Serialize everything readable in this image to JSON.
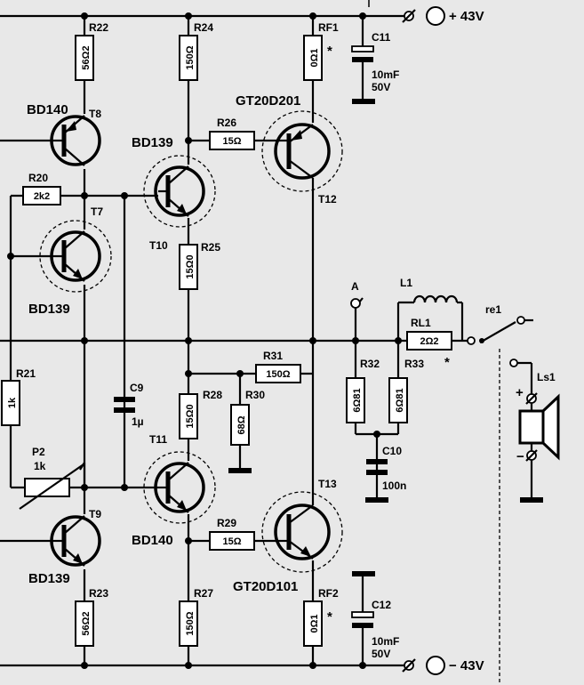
{
  "rails": {
    "pos": "+ 43V",
    "neg": "− 43V"
  },
  "resistors": {
    "R22": {
      "name": "R22",
      "value": "56Ω2"
    },
    "R24": {
      "name": "R24",
      "value": "150Ω"
    },
    "RF1": {
      "name": "RF1",
      "value": "0Ω1"
    },
    "R20": {
      "name": "R20",
      "value": "2k2"
    },
    "R26": {
      "name": "R26",
      "value": "15Ω"
    },
    "R25": {
      "name": "R25",
      "value": "15Ω0"
    },
    "R21": {
      "name": "R21",
      "value": "1k"
    },
    "R31": {
      "name": "R31",
      "value": "150Ω"
    },
    "R28": {
      "name": "R28",
      "value": "15Ω0"
    },
    "R30": {
      "name": "R30",
      "value": "68Ω"
    },
    "R32": {
      "name": "R32",
      "value": "6Ω81"
    },
    "R33": {
      "name": "R33",
      "value": "6Ω81"
    },
    "RL1": {
      "name": "RL1",
      "value": "2Ω2"
    },
    "R29": {
      "name": "R29",
      "value": "15Ω"
    },
    "R23": {
      "name": "R23",
      "value": "56Ω2"
    },
    "R27": {
      "name": "R27",
      "value": "150Ω"
    },
    "RF2": {
      "name": "RF2",
      "value": "0Ω1"
    }
  },
  "pot": {
    "name": "P2",
    "value": "1k"
  },
  "capacitors": {
    "C11": {
      "name": "C11",
      "value": "10mF",
      "volt": "50V"
    },
    "C12": {
      "name": "C12",
      "value": "10mF",
      "volt": "50V"
    },
    "C9": {
      "name": "C9",
      "value": "1µ"
    },
    "C10": {
      "name": "C10",
      "value": "100n"
    }
  },
  "transistors": {
    "T8": {
      "name": "T8",
      "part": "BD140"
    },
    "T7": {
      "name": "T7",
      "part": "BD139"
    },
    "T10": {
      "name": "T10",
      "part": "BD139"
    },
    "T12": {
      "name": "T12",
      "part": "GT20D201"
    },
    "T11": {
      "name": "T11",
      "part": "BD140"
    },
    "T13": {
      "name": "T13",
      "part": "GT20D101"
    },
    "T9": {
      "name": "T9",
      "part": "BD139"
    }
  },
  "misc": {
    "star": "*",
    "node_a": "A",
    "inductor": "L1",
    "relay": "re1",
    "speaker": "Ls1",
    "plus": "+",
    "minus": "−"
  }
}
